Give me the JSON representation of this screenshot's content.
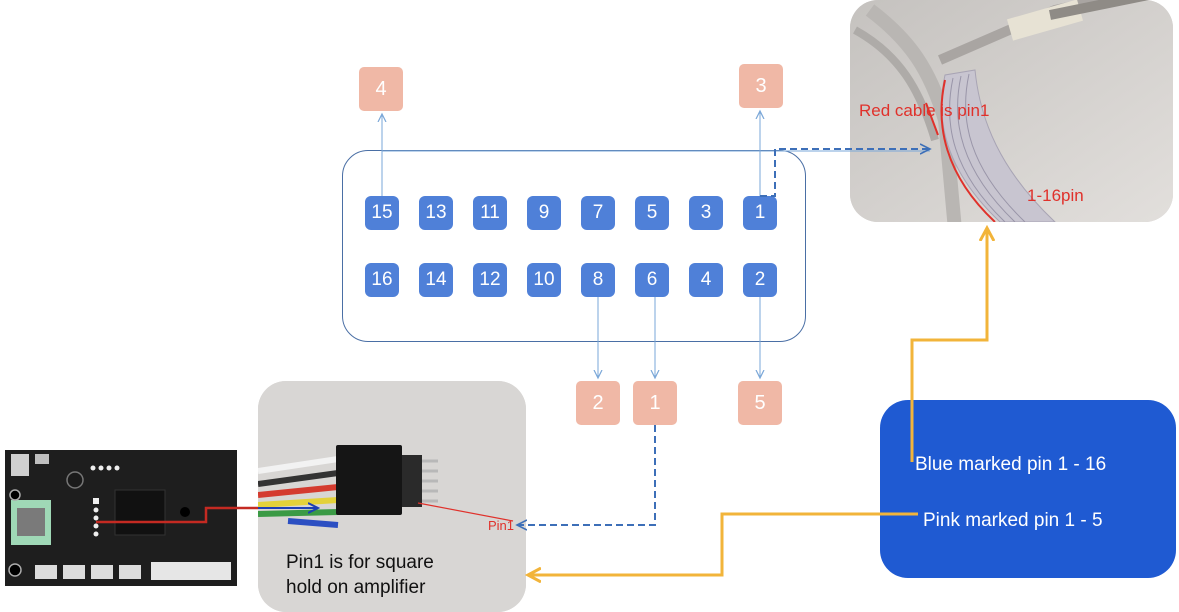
{
  "connector": {
    "top_row": [
      "15",
      "13",
      "11",
      "9",
      "7",
      "5",
      "3",
      "1"
    ],
    "bottom_row": [
      "16",
      "14",
      "12",
      "10",
      "8",
      "6",
      "4",
      "2"
    ]
  },
  "callouts": {
    "top_left": "4",
    "top_right": "3",
    "bottom_a": "2",
    "bottom_b": "1",
    "bottom_c": "5"
  },
  "cable_photo": {
    "red_cable_label": "Red cable is pin1",
    "pin_range_label": "1-16pin"
  },
  "plug_photo": {
    "pin1_label": "Pin1",
    "caption_line1": "Pin1 is for square",
    "caption_line2": "hold on amplifier"
  },
  "legend": {
    "blue_line": "Blue marked pin 1 - 16",
    "pink_line": "Pink marked pin 1 - 5"
  },
  "colors": {
    "pin_blue": "#4f80d8",
    "callout_pink": "#f0b8a6",
    "legend_blue": "#1f5ad2",
    "arrow_orange": "#f2b43a",
    "dashed_blue": "#3d6fb8",
    "label_red": "#e0312b"
  }
}
